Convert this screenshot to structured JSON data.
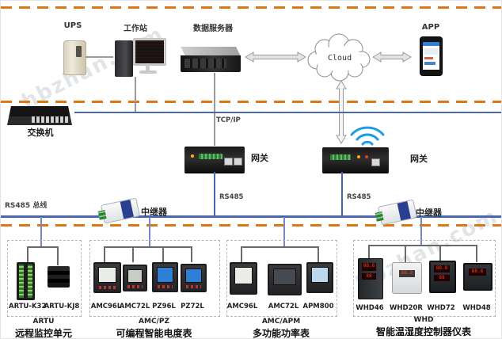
{
  "watermark": "hbzhan.com",
  "nodes": {
    "ups": "UPS",
    "workstation": "工作站",
    "data_server": "数据服务器",
    "cloud": "Cloud",
    "app": "APP",
    "switch": "交换机",
    "gateway_left": "网关",
    "gateway_right": "网关",
    "repeater_left": "中继器",
    "repeater_right": "中继器"
  },
  "links": {
    "tcpip": "TCP/IP",
    "rs485_bus": "RS485 总线",
    "rs485_left": "RS485",
    "rs485_right": "RS485"
  },
  "groups": [
    {
      "devices": [
        "ARTU-K32",
        "ARTU-KJ8"
      ],
      "series": "ARTU",
      "name": "远程监控单元"
    },
    {
      "devices": [
        "AMC96L",
        "AMC72L",
        "PZ96L",
        "PZ72L"
      ],
      "series": "AMC/PZ",
      "name": "可编程智能电度表"
    },
    {
      "devices": [
        "AMC96L",
        "AMC72L",
        "APM800"
      ],
      "series": "AMC/APM",
      "name": "多功能功率表"
    },
    {
      "devices": [
        "WHD46",
        "WHD20R",
        "WHD72",
        "WHD48"
      ],
      "series": "WHD",
      "name": "智能温湿度控制器仪表"
    }
  ]
}
